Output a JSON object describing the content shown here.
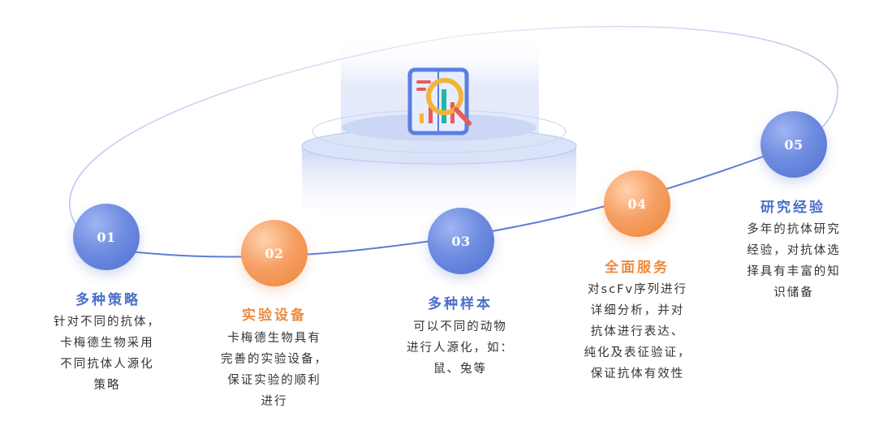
{
  "steps": [
    {
      "num": "01",
      "title": "多种策略",
      "desc": [
        "针对不同的抗体，",
        "卡梅德生物采用",
        "不同抗体人源化",
        "策略"
      ]
    },
    {
      "num": "02",
      "title": "实验设备",
      "desc": [
        "卡梅德生物具有",
        "完善的实验设备，",
        "保证实验的顺利",
        "进行"
      ]
    },
    {
      "num": "03",
      "title": "多种样本",
      "desc": [
        "可以不同的动物",
        "进行人源化，如：",
        "鼠、兔等"
      ]
    },
    {
      "num": "04",
      "title": "全面服务",
      "desc": [
        "对scFv序列进行",
        "详细分析，并对",
        "抗体进行表达、",
        "纯化及表征验证，",
        "保证抗体有效性"
      ]
    },
    {
      "num": "05",
      "title": "研究经验",
      "desc": [
        "多年的抗体研究",
        "经验，对抗体选",
        "择具有丰富的知",
        "识储备"
      ]
    }
  ],
  "colors": {
    "blue": "#4a6fc9",
    "orange": "#ee8a3e",
    "text": "#333333"
  },
  "icons": {
    "center": "analytics-magnifier-icon"
  }
}
